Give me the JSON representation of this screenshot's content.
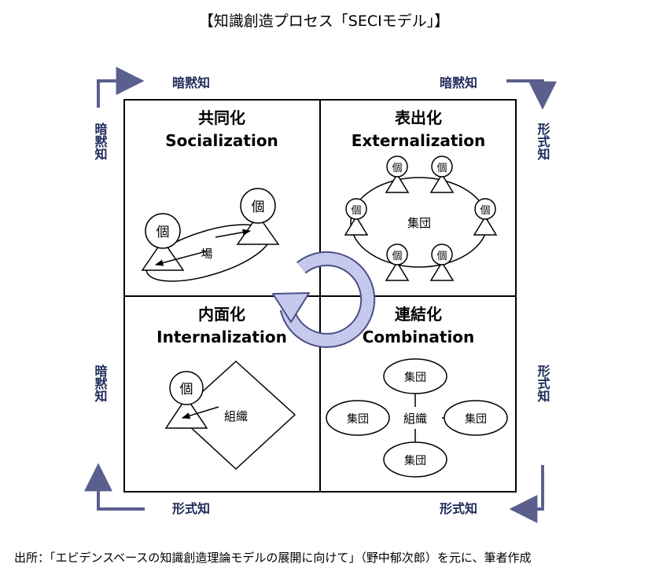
{
  "title": "【知識創造プロセス「SECIモデル」】",
  "source": "出所：「エビデンスベースの知識創造理論モデルの展開に向けて」（野中郁次郎）を元に、筆者作成",
  "edge_labels": {
    "top_left": "暗黙知",
    "top_right": "暗黙知",
    "bottom_left": "形式知",
    "bottom_right": "形式知",
    "left_top": "暗黙知",
    "left_bottom": "暗黙知",
    "right_top": "形式知",
    "right_bottom": "形式知"
  },
  "quadrants": {
    "socialization": {
      "jp": "共同化",
      "en": "Socialization",
      "node_left": "個",
      "node_right": "個",
      "field": "場"
    },
    "externalization": {
      "jp": "表出化",
      "en": "Externalization",
      "group": "集団",
      "nodes": [
        "個",
        "個",
        "個",
        "個",
        "個",
        "個"
      ]
    },
    "internalization": {
      "jp": "内面化",
      "en": "Internalization",
      "node": "個",
      "org": "組織"
    },
    "combination": {
      "jp": "連結化",
      "en": "Combination",
      "org": "組織",
      "groups": [
        "集団",
        "集団",
        "集団",
        "集団"
      ]
    }
  },
  "colors": {
    "arrow": "#5a5f8e",
    "cycle_fill": "#c6c9ee",
    "cycle_stroke": "#4c4f86",
    "label": "#1f2a5a"
  }
}
